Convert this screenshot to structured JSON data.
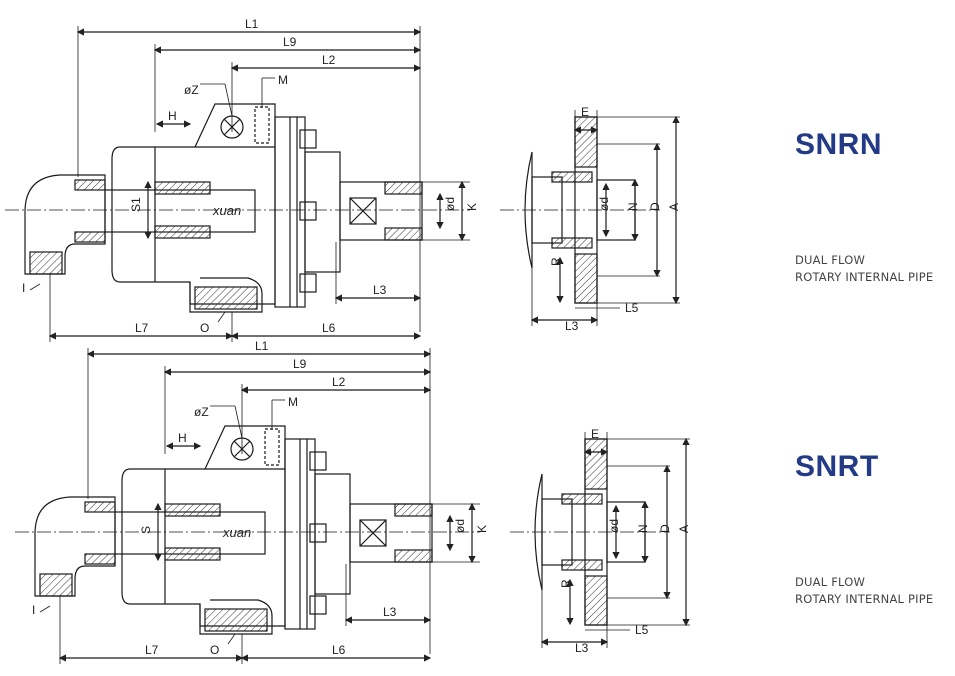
{
  "brand_color": "#233a86",
  "line_color": "#1a1a1a",
  "panels": [
    {
      "model": "SNRN",
      "description_line1": "DUAL FLOW",
      "description_line2": "ROTARY INTERNAL PIPE",
      "side_labels": {
        "L1": "L1",
        "L9": "L9",
        "L2": "L2",
        "Z": "øZ",
        "M": "M",
        "H": "H",
        "S": "S1",
        "I": "I",
        "O": "O",
        "L3": "L3",
        "L6": "L6",
        "L7": "L7",
        "d": "ød",
        "K": "K",
        "brand": "xuan"
      },
      "end_labels": {
        "E": "E",
        "d": "ød",
        "N": "N",
        "D": "D",
        "A": "A",
        "R": "R",
        "L5": "L5",
        "L3": "L3"
      }
    },
    {
      "model": "SNRT",
      "description_line1": "DUAL FLOW",
      "description_line2": "ROTARY INTERNAL PIPE",
      "side_labels": {
        "L1": "L1",
        "L9": "L9",
        "L2": "L2",
        "Z": "øZ",
        "M": "M",
        "H": "H",
        "S": "S",
        "I": "I",
        "O": "O",
        "L3": "L3",
        "L6": "L6",
        "L7": "L7",
        "d": "ød",
        "K": "K",
        "brand": "xuan"
      },
      "end_labels": {
        "E": "E",
        "d": "ød",
        "N": "N",
        "D": "D",
        "A": "A",
        "R": "R",
        "L5": "L5",
        "L3": "L3"
      }
    }
  ]
}
